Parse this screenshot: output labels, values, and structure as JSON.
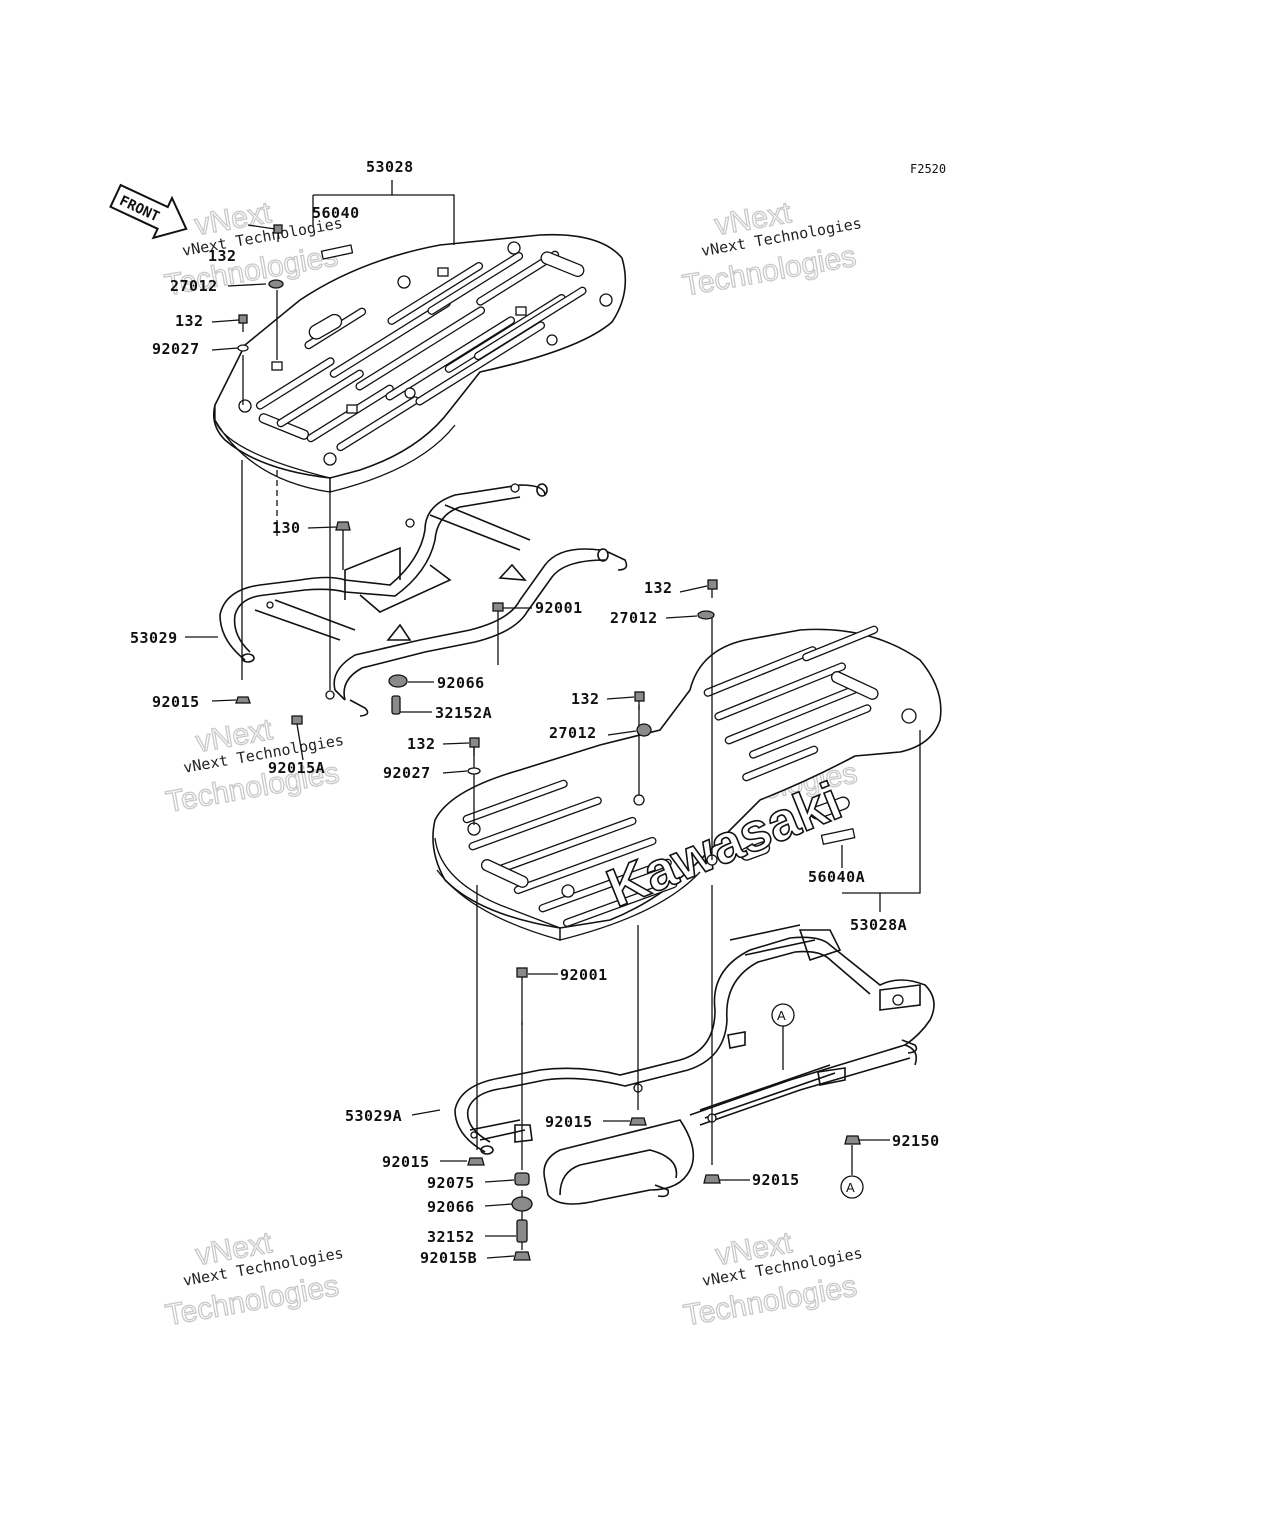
{
  "figure_code": "F2520",
  "front_label": "FRONT",
  "brand_text": "Kawasaki",
  "callout_letter": "A",
  "watermark": {
    "line1": "vNext",
    "line2": "vNext Technologies",
    "line3": "Technologies"
  },
  "upper_labels": {
    "l53028": "53028",
    "l56040": "56040",
    "l132a": "132",
    "l27012a": "27012",
    "l132b": "132",
    "l92027a": "92027",
    "l130": "130",
    "l53029": "53029",
    "l92015a": "92015",
    "l92001a": "92001",
    "l92066a": "92066",
    "l32152a": "32152A",
    "l92015c": "92015A"
  },
  "lower_labels": {
    "l132c": "132",
    "l27012b": "27012",
    "l132d": "132",
    "l27012c": "27012",
    "l132e": "132",
    "l92027b": "92027",
    "l56040a": "56040A",
    "l53028a": "53028A",
    "l92001b": "92001",
    "l53029a": "53029A",
    "l92015d": "92015",
    "l92015e": "92015",
    "l92015f": "92015",
    "l92075": "92075",
    "l92066b": "92066",
    "l32152": "32152",
    "l92015b": "92015B",
    "l92150": "92150"
  }
}
